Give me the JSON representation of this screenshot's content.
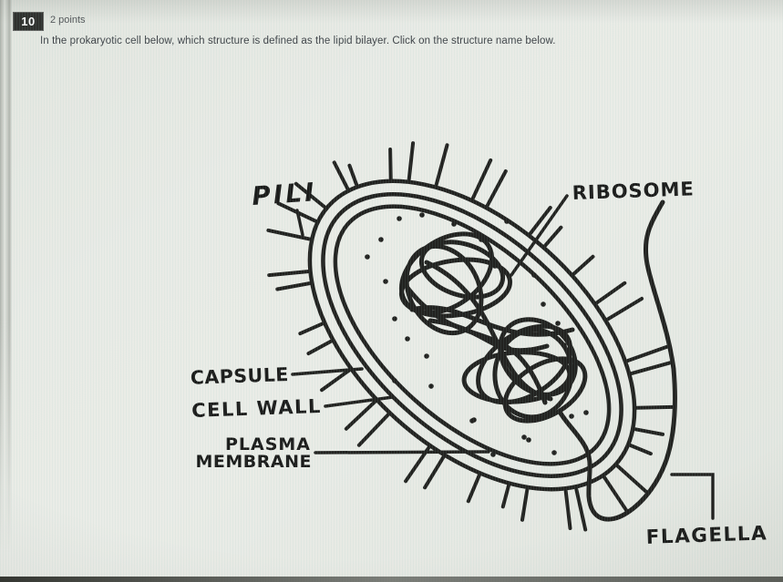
{
  "question": {
    "number": "10",
    "points": "2 points",
    "prompt": "In the prokaryotic cell below, which structure is defined as the lipid bilayer.  Click on the structure name below."
  },
  "diagram": {
    "labels": {
      "pili": "PILI",
      "ribosome": "RIBOSOME",
      "capsule": "CAPSULE",
      "cell_wall": "CELL WALL",
      "plasma_membrane": {
        "line1": "PLASMA",
        "line2": "MEMBRANE"
      },
      "flagella": "FLAGELLA"
    },
    "colors": {
      "ink": "#222220",
      "background": "#e9ebe6",
      "badge_bg": "#2f302e",
      "badge_text": "#ffffff"
    }
  }
}
